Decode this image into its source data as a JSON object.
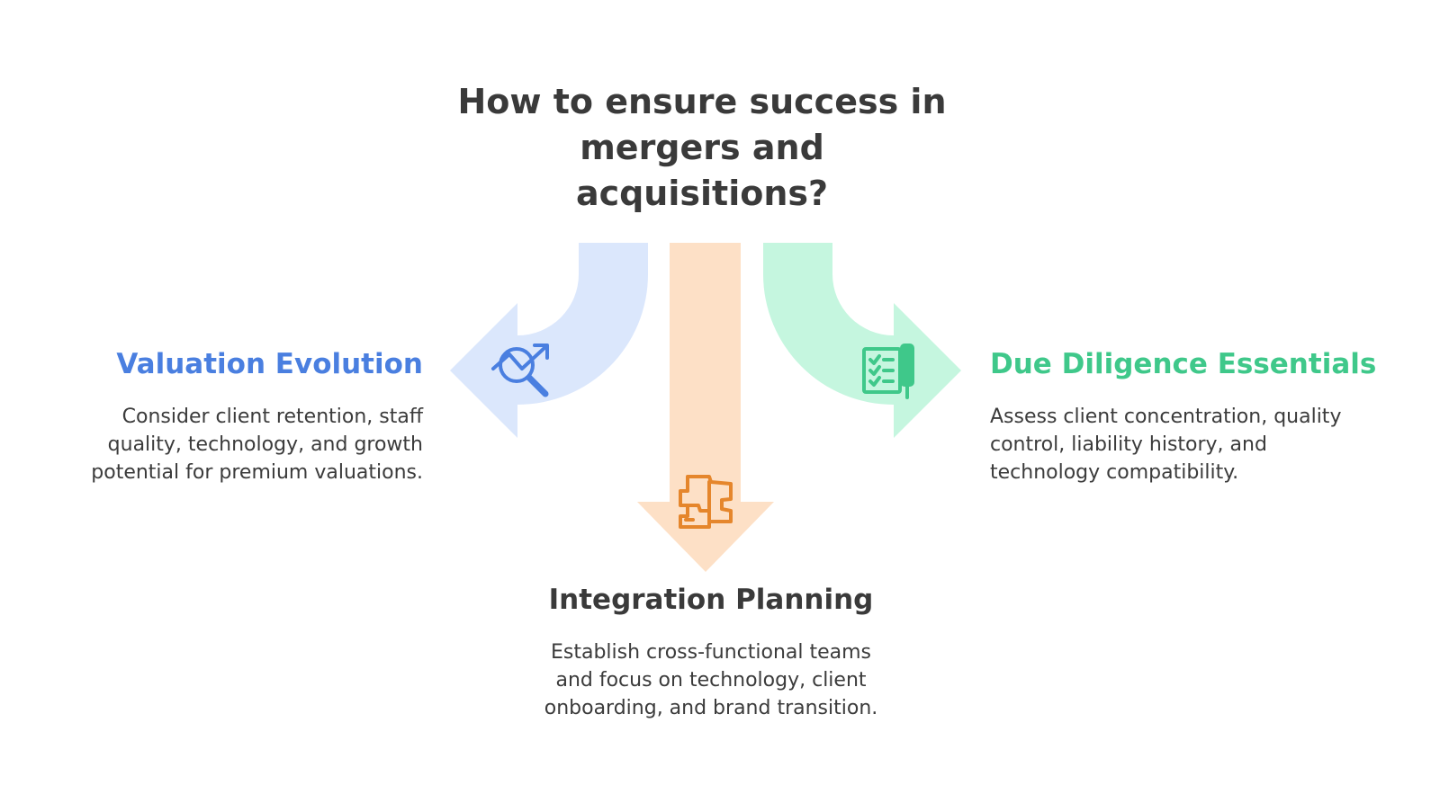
{
  "title": {
    "lines": [
      "How to ensure success in",
      "mergers and",
      "acquisitions?"
    ]
  },
  "colors": {
    "title": "#3a3a3a",
    "valuation": "#4a7fe0",
    "valuation_arrow": "#dbe7fc",
    "integration": "#e5862c",
    "integration_arrow": "#fde0c6",
    "due_diligence": "#3fc88a",
    "due_diligence_arrow": "#c5f6df",
    "body_text": "#3b3b3b"
  },
  "branches": {
    "left": {
      "heading": "Valuation Evolution",
      "icon": "growth-chart-magnifier-icon",
      "description_lines": [
        "Consider client retention, staff",
        "quality, technology, and growth",
        "potential for premium valuations."
      ]
    },
    "bottom": {
      "heading": "Integration Planning",
      "icon": "puzzle-pieces-icon",
      "description_lines": [
        "Establish cross-functional teams",
        "and focus on technology, client",
        "onboarding, and brand transition."
      ]
    },
    "right": {
      "heading": "Due Diligence Essentials",
      "icon": "checklist-pen-icon",
      "description_lines": [
        "Assess client concentration, quality",
        "control, liability history, and",
        "technology compatibility."
      ]
    }
  }
}
